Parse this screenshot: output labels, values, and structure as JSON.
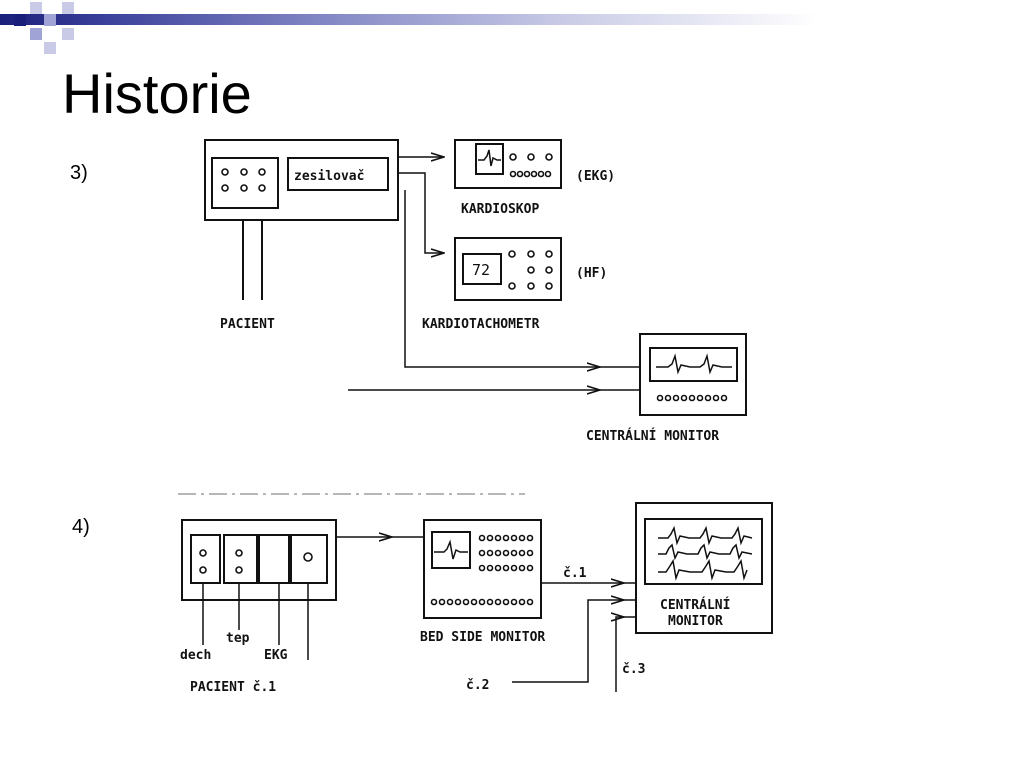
{
  "slide": {
    "title": "Historie",
    "item3_number": "3)",
    "item4_number": "4)"
  },
  "diagram3": {
    "amplifier": "zesilovač",
    "patient": "PACIENT",
    "cardioscope": "KARDIOSKOP",
    "ekg_tag": "(EKG)",
    "cardiotachometer": "KARDIOTACHOMETR",
    "hf_tag": "(HF)",
    "hr_display": "72",
    "central_monitor": "CENTRÁLNÍ MONITOR"
  },
  "diagram4": {
    "breath": "dech",
    "pulse": "tep",
    "ekg": "EKG",
    "patient1": "PACIENT č.1",
    "bedside_monitor": "BED SIDE MONITOR",
    "ch1": "č.1",
    "ch2": "č.2",
    "ch3": "č.3",
    "central_line1": "CENTRÁLNÍ",
    "central_line2": "MONITOR"
  },
  "colors": {
    "header_dark": "#1a1f7a",
    "header_light": "#c9cbe6",
    "logo_blue": "#1a1f7a",
    "logo_lavender": "#9fa3d6"
  }
}
